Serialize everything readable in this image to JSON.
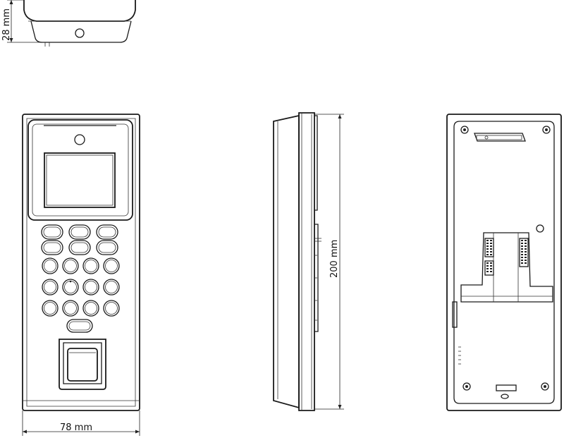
{
  "dimensions": {
    "depth_label": "28 mm",
    "width_label": "78 mm",
    "height_label": "200 mm"
  },
  "views": {
    "top": "top-view",
    "front": "front-view",
    "side": "side-view",
    "back": "back-view"
  },
  "keypad": {
    "pill_rows": 2,
    "pill_cols": 3,
    "round_rows": 3,
    "round_cols": 4
  }
}
